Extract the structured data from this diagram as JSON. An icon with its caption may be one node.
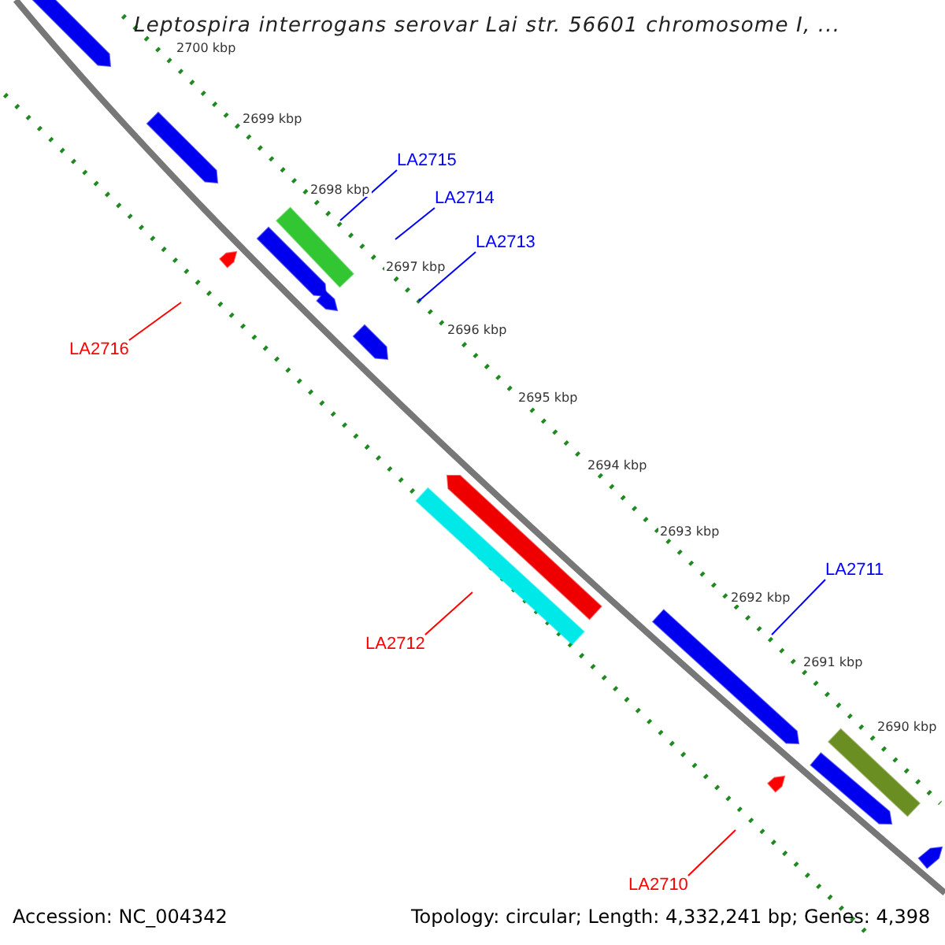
{
  "diagram": {
    "title": "Leptospira interrogans serovar Lai str. 56601 chromosome I, ...",
    "nodes": [
      {
        "text": [
          "LA2715"
        ]
      },
      {
        "text": [
          "LA2714"
        ]
      },
      {
        "text": [
          "LA2713"
        ]
      },
      {
        "text": [
          "LA2716"
        ]
      },
      {
        "text": [
          "LA2712"
        ]
      },
      {
        "text": [
          "LA2711"
        ]
      },
      {
        "text": [
          "LA2710"
        ]
      }
    ],
    "edges": [
      {
        "from": 0,
        "to": null,
        "arrow": "none"
      },
      {
        "from": 1,
        "to": null,
        "arrow": "none"
      },
      {
        "from": 2,
        "to": null,
        "arrow": "none"
      },
      {
        "from": 3,
        "to": null,
        "arrow": "none",
        "color": "#ff0000"
      },
      {
        "from": 4,
        "to": null,
        "arrow": "none",
        "color": "#ff0000"
      },
      {
        "from": 5,
        "to": null,
        "arrow": "none"
      },
      {
        "from": 6,
        "to": null,
        "arrow": "none",
        "color": "#ff0000"
      }
    ],
    "labels": [
      "2700 kbp",
      "2699 kbp",
      "2698 kbp",
      "2697 kbp",
      "2696 kbp",
      "2695 kbp",
      "2694 kbp",
      "2693 kbp",
      "2692 kbp",
      "2691 kbp",
      "2690 kbp",
      "Accession: NC_004342",
      "Topology: circular; Length: 4,332,241 bp; Genes: 4,398"
    ]
  }
}
